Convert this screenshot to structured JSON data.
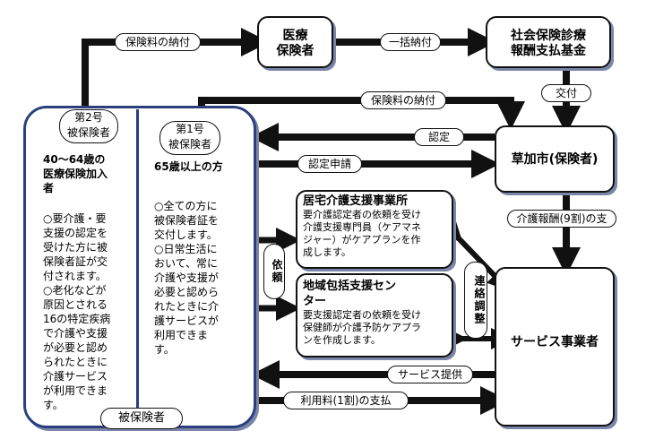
{
  "boxes": {
    "medical_insurer": "医療\n保険者",
    "fund": "社会保険診療\n報酬支払基金",
    "city": "草加市(保険者)",
    "care_support": {
      "title": "居宅介護支援事業所",
      "desc": "要介護認定者の依頼を受け\n介護支援専門員（ケアマネ\nジャー）がケアプランを作\n成します。"
    },
    "community": {
      "title": "地域包括支援セン\nター",
      "desc": "要支援認定者の依頼を受け\n保健師が介護予防ケアプラ\nンを作成します。"
    },
    "provider": "サービス事業者"
  },
  "insured": {
    "group_label": "被保険者",
    "no2": {
      "title": "第2号\n被保険者",
      "age": "40～64歳の\n医療保険加入\n者",
      "desc": "○要介護・要\n支援の認定を\n受けた方に被\n保険者証が交\n付されます。\n○老化などが\n原因とされる\n16の特定疾病\nで介護や支援\nが必要と認め\nられたときに\n介護サービス\nが利用できま\nす。"
    },
    "no1": {
      "title": "第1号\n被保険者",
      "age": "65歳以上の方",
      "desc": "○全ての方に\n被保険者証を\n交付します。\n○日常生活に\nおいて、常に\n介護や支援が\n必要と認めら\nれたときに介\n護サービスが\n利用できま\nす。"
    }
  },
  "arrows": {
    "premium_payment_top": "保険料の納付",
    "lump_sum": "一括納付",
    "delivery": "交付",
    "premium_payment_mid": "保険料の納付",
    "certification": "認定",
    "application": "認定申請",
    "care_fee": "介護報酬(9割)の支",
    "request": "依頼",
    "coordination": "連絡調整",
    "service_provision": "サービス提供",
    "user_fee": "利用料(1割)の支払"
  }
}
